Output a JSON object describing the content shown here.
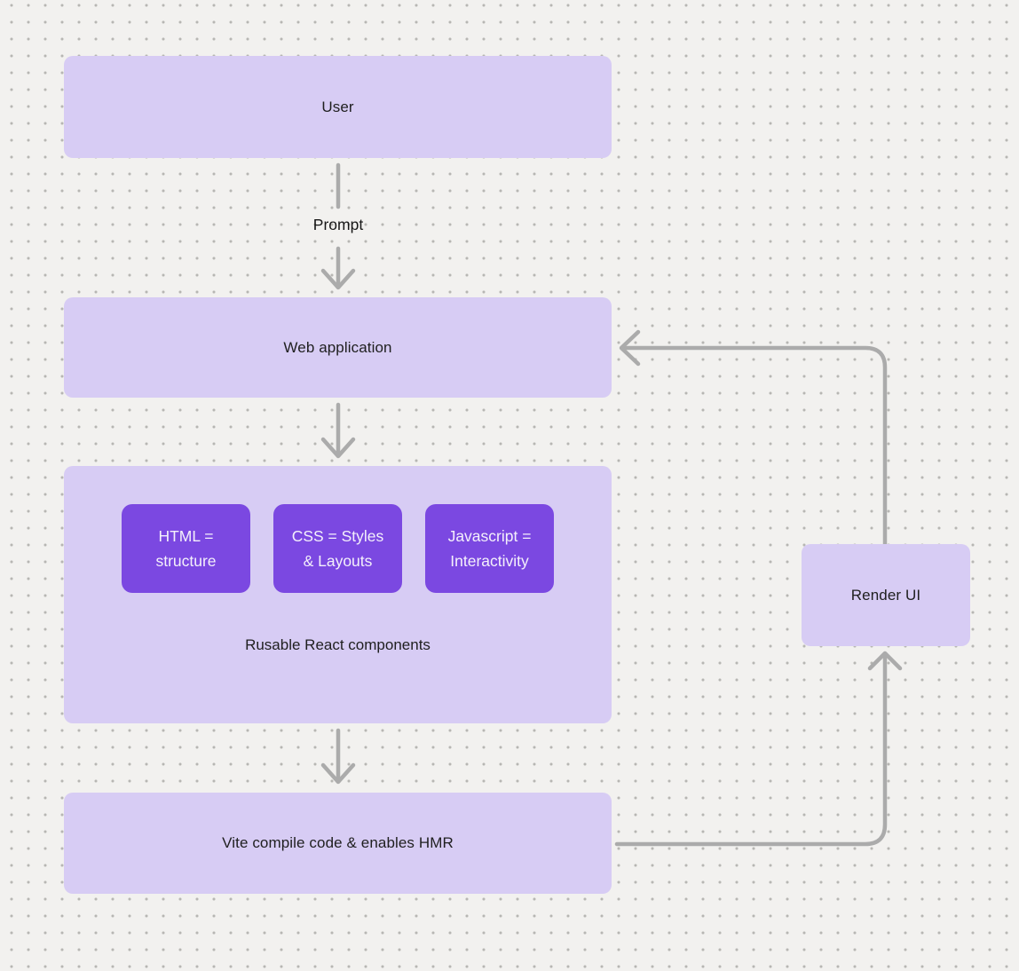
{
  "diagram": {
    "nodes": {
      "user": {
        "label": "User"
      },
      "web_application": {
        "label": "Web application"
      },
      "components": {
        "items": [
          {
            "line1": "HTML =",
            "line2": "structure"
          },
          {
            "line1": "CSS = Styles",
            "line2": "& Layouts"
          },
          {
            "line1": "Javascript =",
            "line2": "Interactivity"
          }
        ],
        "caption": "Rusable React components"
      },
      "vite": {
        "label": "Vite compile code & enables HMR"
      },
      "render_ui": {
        "label": "Render UI"
      }
    },
    "edges": {
      "prompt_label": "Prompt"
    },
    "colors": {
      "background": "#F2F1EF",
      "grid_dot": "#B7B6B3",
      "node_fill": "#D7CCF4",
      "chip_fill": "#7B48E1",
      "chip_text": "#F4F0FB",
      "node_text": "#1F1F1F",
      "connector": "#ABABAB"
    }
  }
}
